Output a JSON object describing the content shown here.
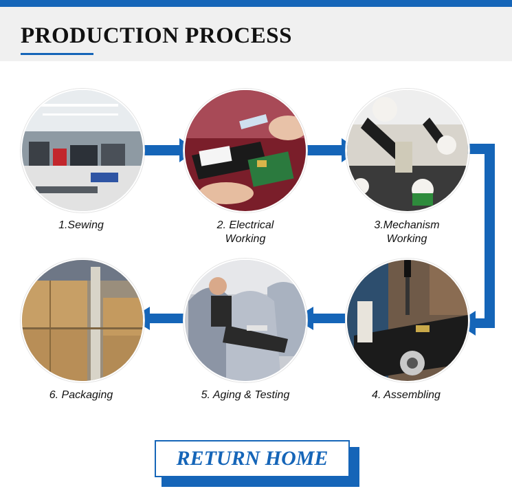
{
  "header": {
    "title": "PRODUCTION PROCESS",
    "accent_color": "#1565b8"
  },
  "steps": [
    {
      "label_line1": "1.Sewing",
      "label_line2": "",
      "icon": "sewing-workshop-photo"
    },
    {
      "label_line1": "2. Electrical",
      "label_line2": "Working",
      "icon": "electrical-board-photo"
    },
    {
      "label_line1": "3.Mechanism",
      "label_line2": "Working",
      "icon": "mechanism-rollers-photo"
    },
    {
      "label_line1": "4. Assembling",
      "label_line2": "",
      "icon": "assembling-screwdriver-photo"
    },
    {
      "label_line1": "5. Aging & Testing",
      "label_line2": "",
      "icon": "massage-chair-testing-photo"
    },
    {
      "label_line1": "6. Packaging",
      "label_line2": "",
      "icon": "cardboard-boxes-photo"
    }
  ],
  "return_button": {
    "label": "RETURN HOME"
  }
}
